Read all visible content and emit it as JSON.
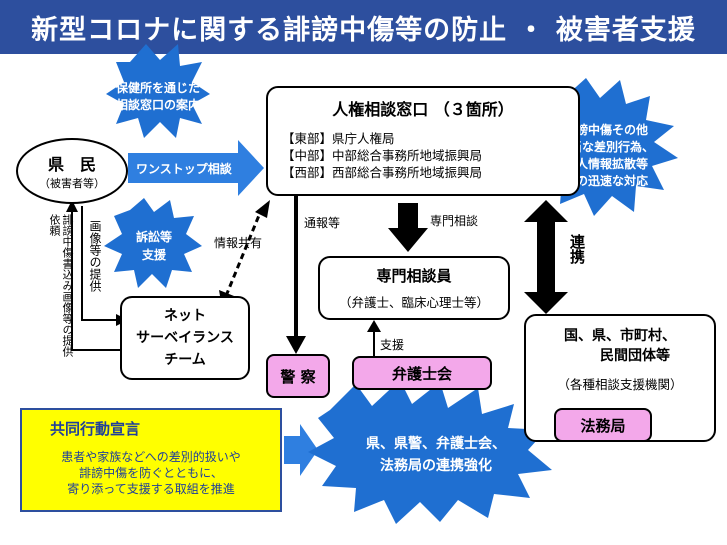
{
  "title": "新型コロナに関する誹謗中傷等の防止 ・ 被害者支援",
  "kenmin": {
    "name": "県　民",
    "sub": "（被害者等）"
  },
  "hokenjo_star": {
    "line1": "保健所を通じた",
    "line2": "相談窓口の案内"
  },
  "one_stop": "ワンストップ相談",
  "jinken": {
    "title": "人権相談窓口 （３箇所）",
    "lines": [
      "【東部】県庁人権局",
      "【中部】中部総合事務所地域振興局",
      "【西部】西部総合事務所地域振興局"
    ]
  },
  "hibou_star": {
    "line1": "誹謗中傷その他",
    "line2": "不当な差別行為、",
    "line3": "個人情報拡散等",
    "line4": "への迅速な対応"
  },
  "sosho_star": {
    "line1": "訴訟等",
    "line2": "支援"
  },
  "labels": {
    "johokyoyu": "情報共有",
    "tsuhou": "通報等",
    "senmon_soudan": "専門相談",
    "shien": "支援",
    "renkei": "連携",
    "image_provide": "画像等の提供",
    "delete_request": "誹謗中傷書込み画像等の提供依頼"
  },
  "net": {
    "line1": "ネット",
    "line2": "サーベイランス",
    "line3": "チーム"
  },
  "senmon": {
    "title": "専門相談員",
    "sub": "（弁護士、臨床心理士等）"
  },
  "keisatsu": "警 察",
  "bengoshikai": "弁護士会",
  "kuni": {
    "line1": "国、県、市町村、",
    "line2": "民間団体等",
    "line3": "（各種相談支援機関）"
  },
  "houmukyoku": "法務局",
  "kyodo": {
    "title": "共同行動宣言",
    "line1": "患者や家族などへの差別的扱いや",
    "line2": "誹謗中傷を防ぐとともに、",
    "line3": "寄り添って支援する取組を推進"
  },
  "renkei_star": {
    "line1": "県、県警、弁護士会、",
    "line2": "法務局の連携強化"
  },
  "colors": {
    "title_bg": "#2d4f9e",
    "star_blue": "#1f6fd1",
    "pink": "#f3a8ea",
    "yellow": "#ffff00",
    "arrow_blue": "#2f7fe0"
  }
}
